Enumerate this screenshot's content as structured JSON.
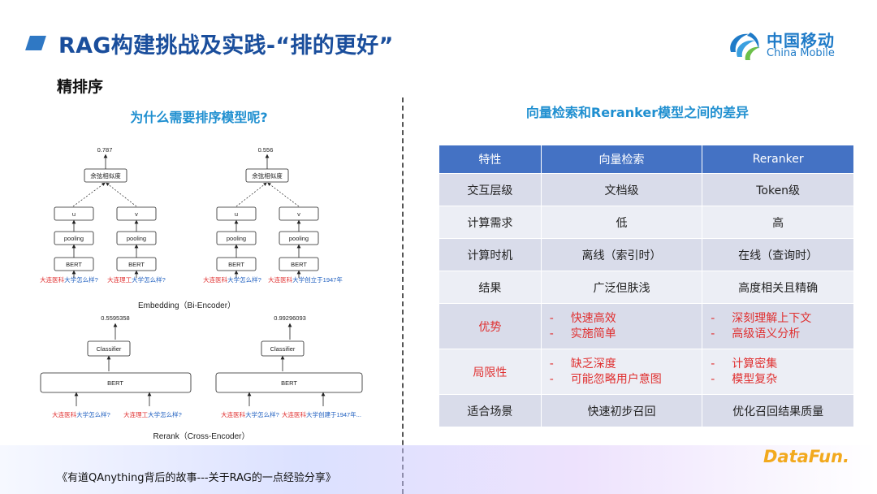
{
  "header": {
    "title": "RAG构建挑战及实践-“排的更好”",
    "logo": {
      "name_cn": "中国移动",
      "name_en": "China Mobile",
      "icon": "china-mobile-logo-icon"
    }
  },
  "section": {
    "subtitle": "精排序"
  },
  "left": {
    "heading": "为什么需要排序模型呢?",
    "embedding": {
      "caption": "Embedding（Bi-Encoder）",
      "diagrams": [
        {
          "score": "0.787",
          "sim": "余弦相似度",
          "vec_a": "u",
          "vec_b": "v",
          "pool_a": "pooling",
          "pool_b": "pooling",
          "enc_a": "BERT",
          "enc_b": "BERT",
          "q_a_red": "大连医科",
          "q_a_blue": "大学怎么样?",
          "q_b_red": "大连理工",
          "q_b_blue": "大学怎么样?"
        },
        {
          "score": "0.556",
          "sim": "余弦相似度",
          "vec_a": "u",
          "vec_b": "v",
          "pool_a": "pooling",
          "pool_b": "pooling",
          "enc_a": "BERT",
          "enc_b": "BERT",
          "q_a_red": "大连医科",
          "q_a_blue": "大学怎么样?",
          "q_b_red": "大连医科",
          "q_b_blue": "大学创立于1947年"
        }
      ]
    },
    "rerank": {
      "caption": "Rerank（Cross-Encoder）",
      "diagrams": [
        {
          "score": "0.5595358",
          "cls": "Classifier",
          "enc": "BERT",
          "q_a_red": "大连医科",
          "q_a_blue": "大学怎么样?",
          "q_b_red": "大连理工",
          "q_b_blue": "大学怎么样?"
        },
        {
          "score": "0.99296093",
          "cls": "Classifier",
          "enc": "BERT",
          "q_a_red": "大连医科",
          "q_a_blue": "大学怎么样?",
          "q_b_red": "大连医科",
          "q_b_blue": "大学创建于1947年..."
        }
      ]
    }
  },
  "right": {
    "heading": "向量检索和Reranker模型之间的差异",
    "table": {
      "headers": [
        "特性",
        "向量检索",
        "Reranker"
      ],
      "rows": [
        {
          "feature": "交互层级",
          "vector": "文档级",
          "reranker": "Token级"
        },
        {
          "feature": "计算需求",
          "vector": "低",
          "reranker": "高"
        },
        {
          "feature": "计算时机",
          "vector": "离线（索引时）",
          "reranker": "在线（查询时）"
        },
        {
          "feature": "结果",
          "vector": "广泛但肤浅",
          "reranker": "高度相关且精确"
        },
        {
          "feature": "优势",
          "vector_list": [
            "快速高效",
            "实施简单"
          ],
          "reranker_list": [
            "深刻理解上下文",
            "高级语义分析"
          ]
        },
        {
          "feature": "局限性",
          "vector_list": [
            "缺乏深度",
            "可能忽略用户意图"
          ],
          "reranker_list": [
            "计算密集",
            "模型复杂"
          ]
        },
        {
          "feature": "适合场景",
          "vector": "快速初步召回",
          "reranker": "优化召回结果质量"
        }
      ]
    }
  },
  "footer": {
    "text": "《有道QAnything背后的故事---关于RAG的一点经验分享》",
    "brand": "DataFun."
  },
  "colors": {
    "title": "#1a4e9c",
    "accent": "#1f8fd0",
    "table_header": "#4472c4",
    "highlight": "#e03030",
    "brand": "#f2a91e"
  }
}
